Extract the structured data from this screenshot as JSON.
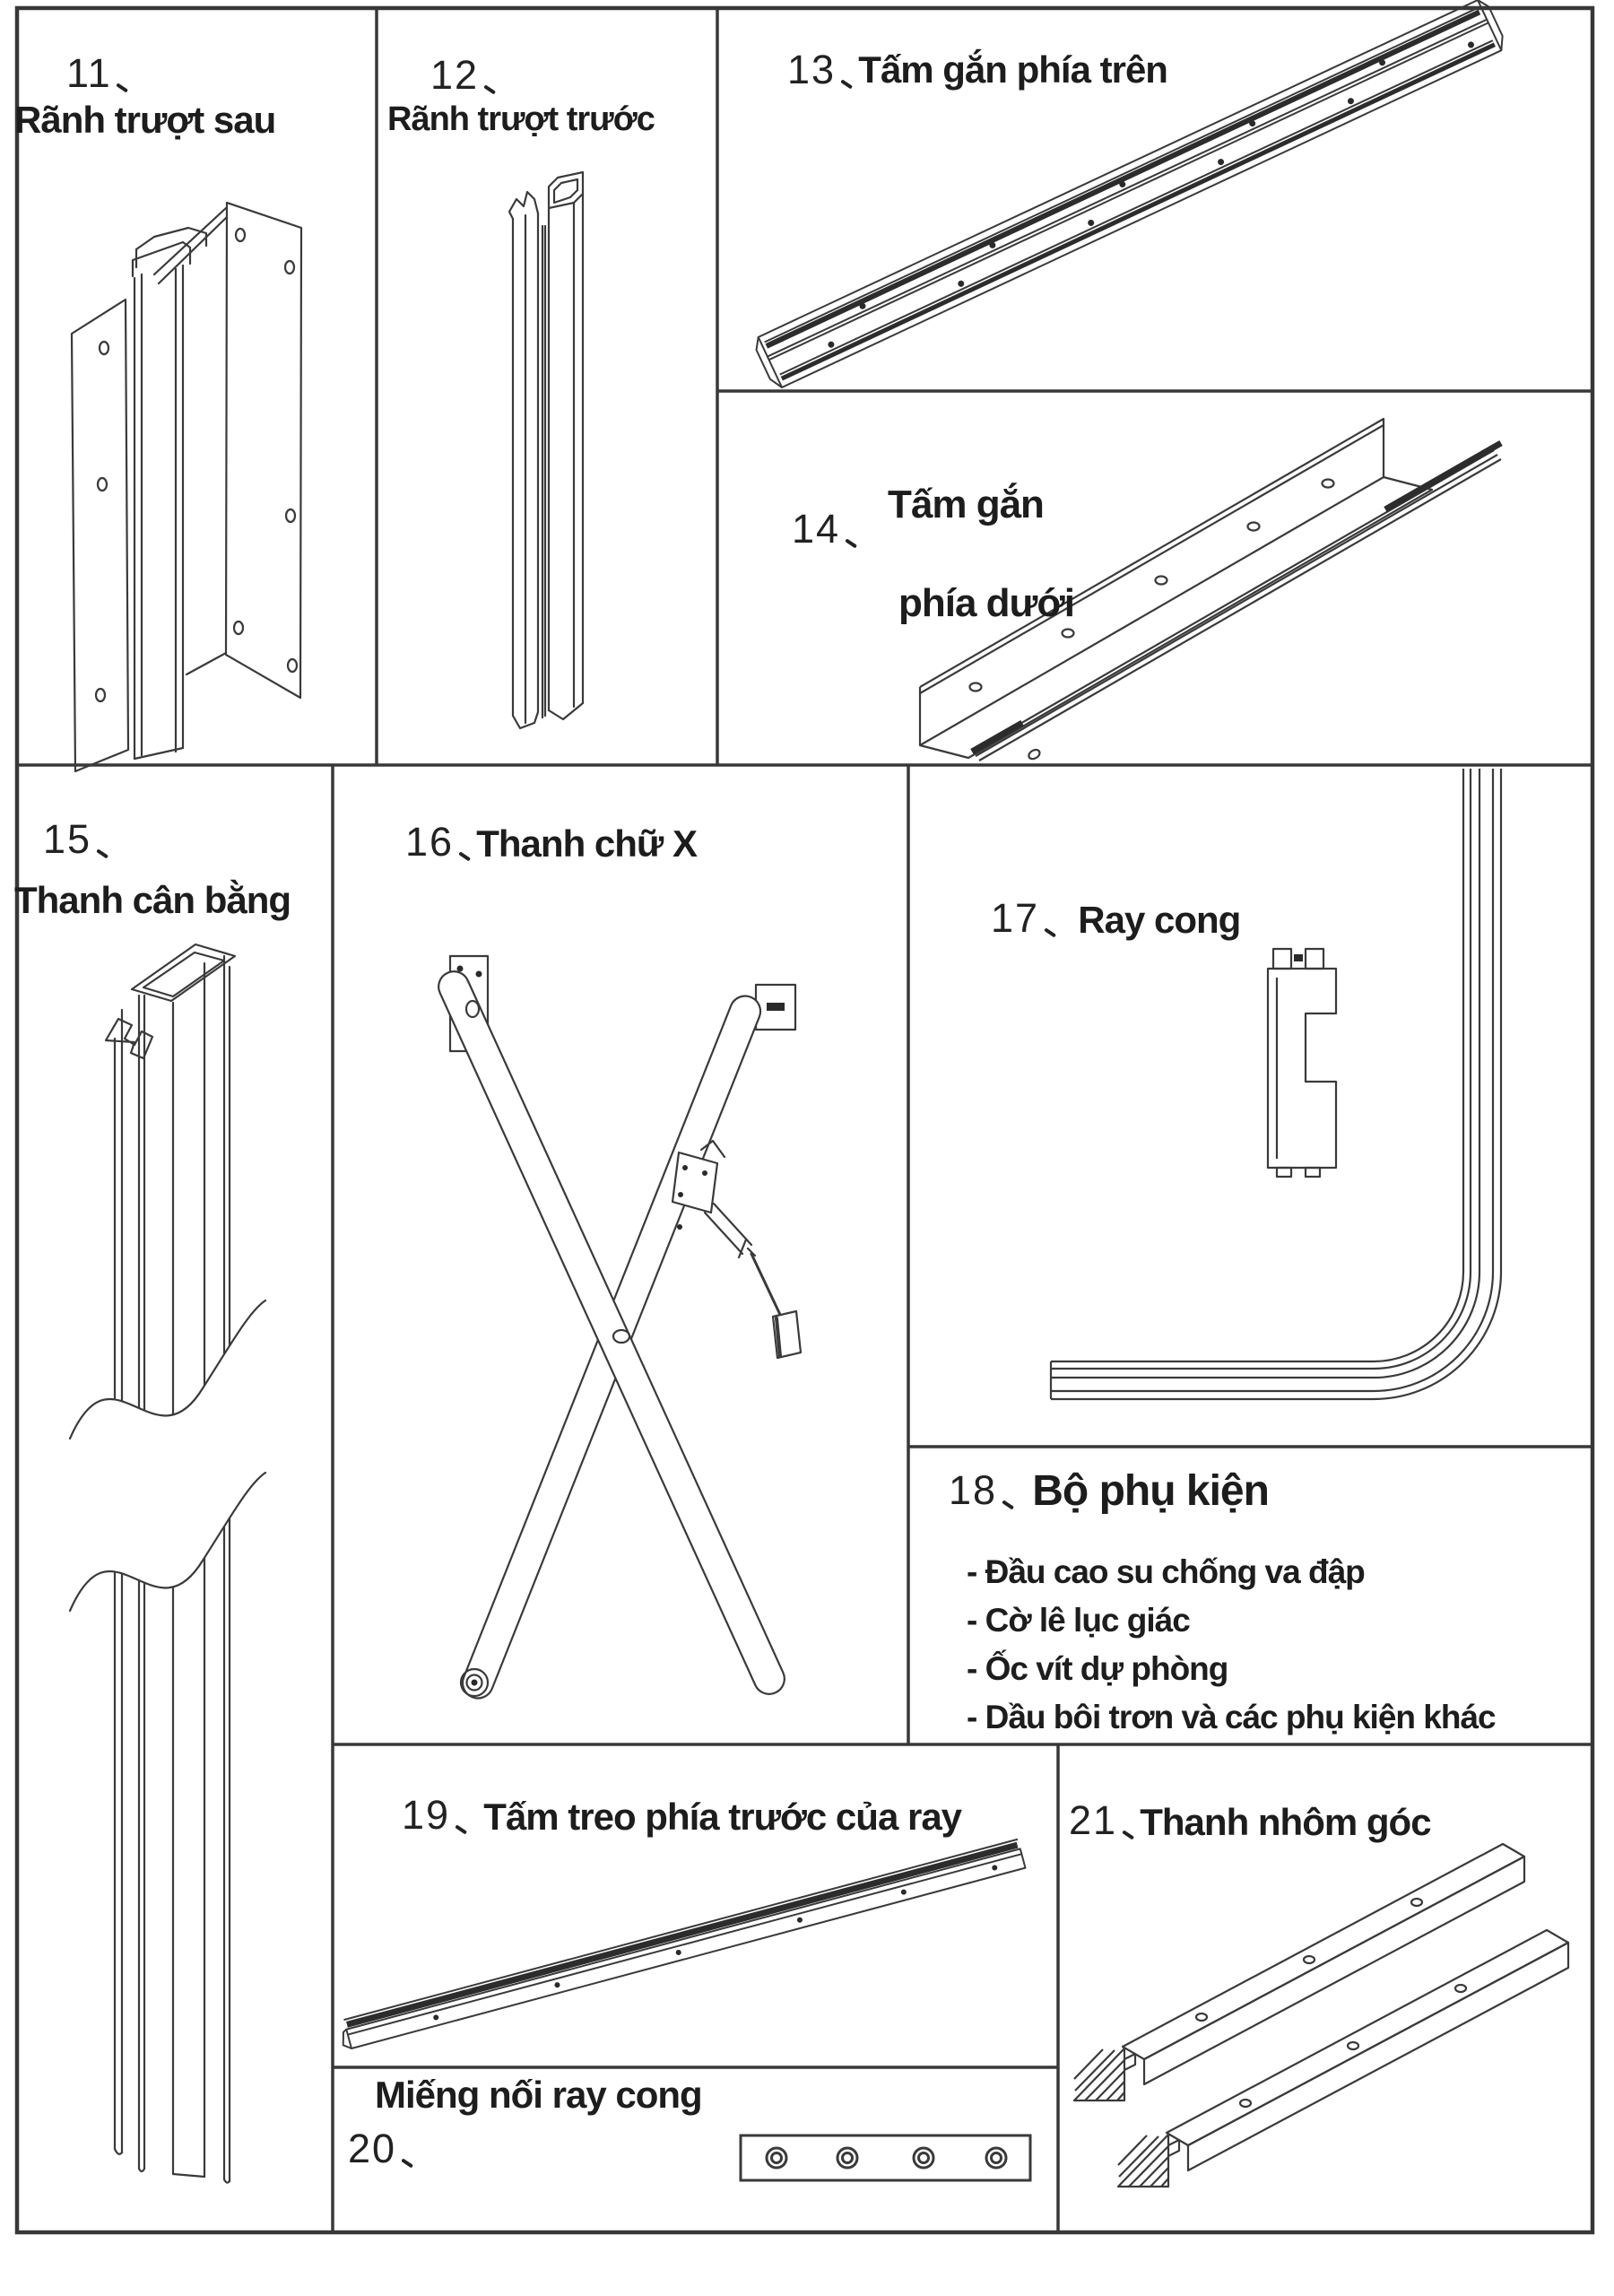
{
  "page": {
    "background": "#ffffff",
    "ink": "#1d1d1d",
    "line_color": "#3a3a3a"
  },
  "parts": {
    "p11": {
      "marker": "11、",
      "label": "Rãnh trượt sau"
    },
    "p12": {
      "marker": "12、",
      "label": "Rãnh trượt trước"
    },
    "p13": {
      "marker": "13、",
      "label": "Tấm gắn phía trên"
    },
    "p14": {
      "marker": "14、",
      "label_line1": "Tấm gắn",
      "label_line2": "phía dưới"
    },
    "p15": {
      "marker": "15、",
      "label": "Thanh cân bằng"
    },
    "p16": {
      "marker": "16、",
      "label": "Thanh chữ X"
    },
    "p17": {
      "marker": "17、",
      "label": "Ray cong"
    },
    "p18": {
      "marker": "18、",
      "label": "Bộ phụ kiện",
      "items": [
        "- Đầu cao su chống va đập",
        "- Cờ lê lục giác",
        "- Ốc vít dự phòng",
        "- Dầu bôi trơn và các phụ kiện khác"
      ]
    },
    "p19": {
      "marker": "19、",
      "label": "Tấm treo phía trước của ray"
    },
    "p20": {
      "marker": "20、",
      "label": "Miếng nối ray cong"
    },
    "p21": {
      "marker": "21、",
      "label": "Thanh nhôm góc"
    }
  }
}
